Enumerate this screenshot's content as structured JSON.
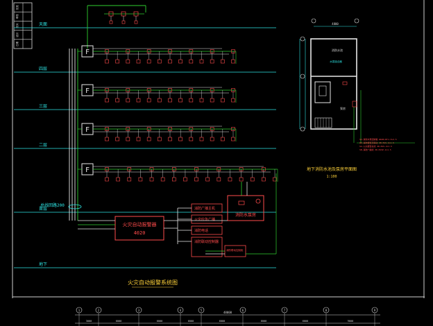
{
  "title_block": {
    "cells": [
      "批准",
      "审核",
      "校对",
      "设计",
      "日期"
    ]
  },
  "floors": [
    {
      "label": "天面",
      "has_panel": false
    },
    {
      "label": "四层",
      "has_panel": true,
      "panel_glyph": "F"
    },
    {
      "label": "三层",
      "has_panel": true,
      "panel_glyph": "F"
    },
    {
      "label": "二层",
      "has_panel": true,
      "panel_glyph": "F"
    },
    {
      "label": "首层",
      "has_panel": true,
      "panel_glyph": "F"
    },
    {
      "label": "地下",
      "has_panel": false
    }
  ],
  "cable_note": "总线回路200",
  "controller": {
    "name": "火灾自动报警器",
    "model": "4020"
  },
  "outputs": [
    "消防广播主机",
    "火灾应急广播",
    "消防电话",
    "消防联动控制器"
  ],
  "interface_note": "消防联动控制柜",
  "pump": {
    "label": "消防水泵房"
  },
  "diagram_title": "火灾自动报警系统图",
  "plan": {
    "title": "地下消防水池及泵房平面图",
    "scale": "1:100",
    "dim_top": "4800",
    "room_upper": "消防水池",
    "room_lower": "泵房",
    "room_note": "水泵接合器",
    "legend": [
      "SD-消防水泵控制箱 WDZN-BYJ-3x2.5",
      "WD-消防报警及联动 ZR-RVS-2x1.5",
      "SA-火灾报警总线 ZR-RVS-2x1.5",
      "SB-消防广播线 ZR-RVSP-2x1.5"
    ]
  },
  "bottom_axis": {
    "numbers": [
      "1",
      "2",
      "3",
      "4",
      "5",
      "6",
      "7",
      "8",
      "9"
    ],
    "total": "48000",
    "spans": [
      "3000",
      "6000",
      "6000",
      "6000",
      "6000",
      "6000",
      "6000",
      "9000"
    ]
  }
}
